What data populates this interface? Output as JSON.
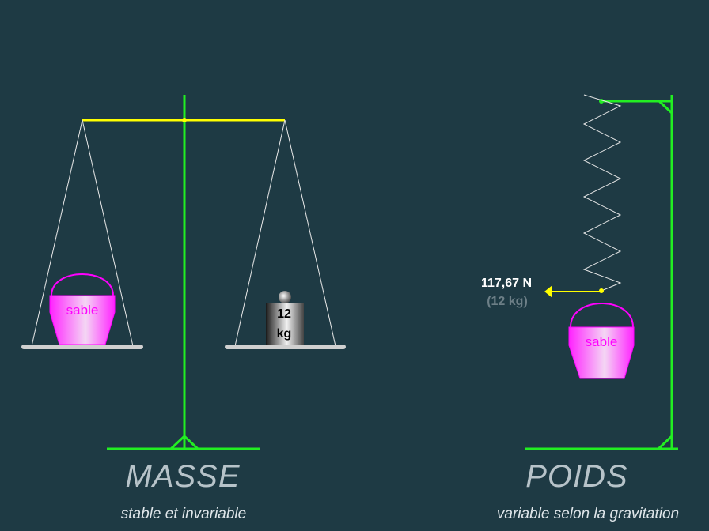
{
  "left": {
    "title": "MASSE",
    "subtitle": "stable et invariable",
    "bucket_label": "sable",
    "weight_value": "12",
    "weight_unit": "kg"
  },
  "right": {
    "title": "POIDS",
    "subtitle": "variable selon la gravitation",
    "bucket_label": "sable",
    "force_reading": "117,67 N",
    "mass_reading": "(12 kg)"
  },
  "colors": {
    "background": "#1e3a44",
    "frame": "#22ee22",
    "beam": "#ffff00",
    "sand": "#ff00ff",
    "pan": "#d0d0d0"
  }
}
